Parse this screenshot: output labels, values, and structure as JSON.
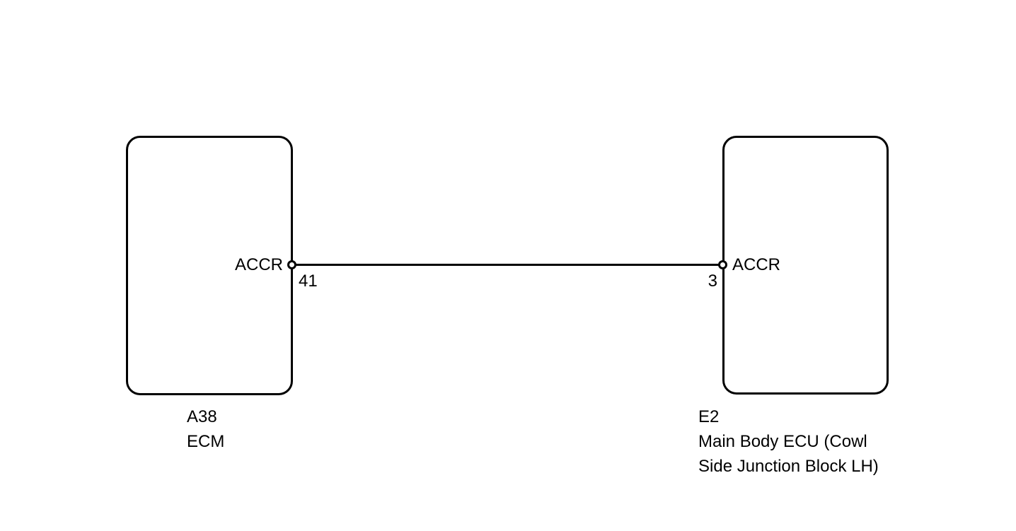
{
  "diagram": {
    "type": "automotive-wiring-diagram",
    "background_color": "#ffffff",
    "line_color": "#000000",
    "components": [
      {
        "id": "left",
        "code": "A38",
        "name": "ECM",
        "caption": "A38\nECM",
        "terminal": {
          "signal": "ACCR",
          "pin": "41"
        }
      },
      {
        "id": "right",
        "code": "E2",
        "name": "Main Body ECU (Cowl Side Junction Block LH)",
        "caption": "E2\nMain Body ECU (Cowl\nSide Junction Block LH)",
        "terminal": {
          "signal": "ACCR",
          "pin": "3"
        }
      }
    ],
    "connection": {
      "from": "A38-41",
      "to": "E2-3",
      "signal": "ACCR"
    }
  }
}
